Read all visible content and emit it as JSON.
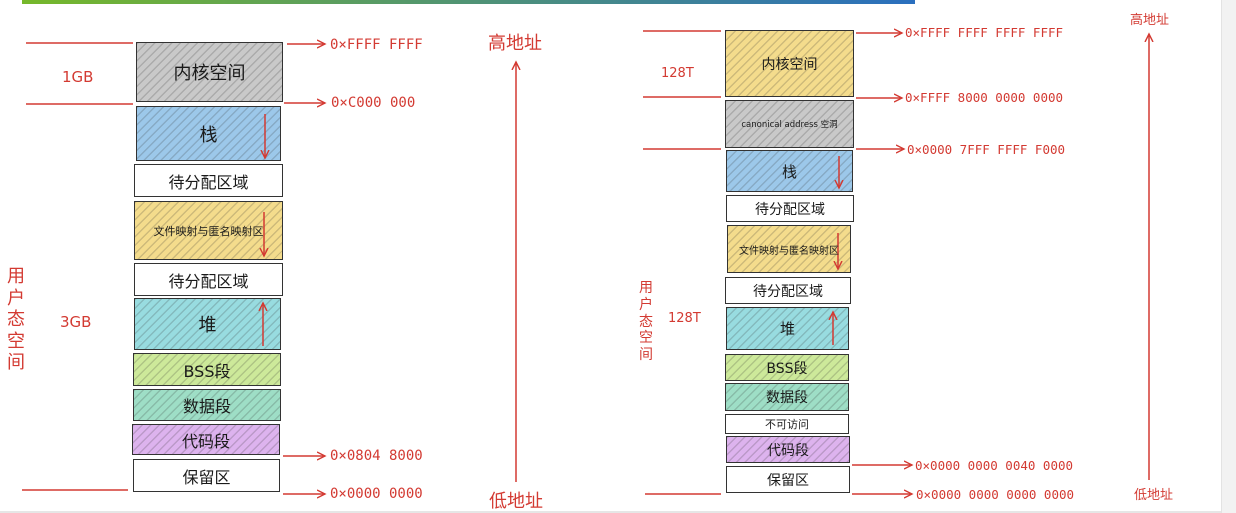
{
  "colors": {
    "gray": "#c9c9c9",
    "blue": "#9cc8ea",
    "yellow": "#f4dc8c",
    "cyan": "#98dce0",
    "green": "#cde99a",
    "teal": "#9edec6",
    "purple": "#ddb3ee",
    "white": "#ffffff",
    "accent_red": "#d33a32",
    "topbar_from": "#76b82a",
    "topbar_to": "#2a6fbf"
  },
  "left": {
    "blocks": [
      {
        "label": "内核空间",
        "fill": "gray"
      },
      {
        "label": "栈",
        "fill": "blue",
        "arrow": "down"
      },
      {
        "label": "待分配区域",
        "fill": "white"
      },
      {
        "label": "文件映射与匿名映射区",
        "fill": "yellow",
        "arrow": "down"
      },
      {
        "label": "待分配区域",
        "fill": "white"
      },
      {
        "label": "堆",
        "fill": "cyan",
        "arrow": "up"
      },
      {
        "label": "BSS段",
        "fill": "green"
      },
      {
        "label": "数据段",
        "fill": "teal"
      },
      {
        "label": "代码段",
        "fill": "purple"
      },
      {
        "label": "保留区",
        "fill": "white"
      }
    ],
    "addresses": [
      "0×FFFF FFFF",
      "0×C000 000",
      "0×0804 8000",
      "0×0000 0000"
    ],
    "size_kernel": "1GB",
    "size_user": "3GB",
    "user_space_label": [
      "用",
      "户",
      "态",
      "空",
      "间"
    ],
    "high_label": "高地址",
    "low_label": "低地址"
  },
  "right": {
    "blocks": [
      {
        "label": "内核空间",
        "fill": "yellow"
      },
      {
        "label": "canonical address 空洞",
        "fill": "gray"
      },
      {
        "label": "栈",
        "fill": "blue",
        "arrow": "down"
      },
      {
        "label": "待分配区域",
        "fill": "white"
      },
      {
        "label": "文件映射与匿名映射区",
        "fill": "yellow",
        "arrow": "down"
      },
      {
        "label": "待分配区域",
        "fill": "white"
      },
      {
        "label": "堆",
        "fill": "cyan",
        "arrow": "up"
      },
      {
        "label": "BSS段",
        "fill": "green"
      },
      {
        "label": "数据段",
        "fill": "teal"
      },
      {
        "label": "不可访问",
        "fill": "white"
      },
      {
        "label": "代码段",
        "fill": "purple"
      },
      {
        "label": "保留区",
        "fill": "white"
      }
    ],
    "addresses": [
      "0×FFFF FFFF FFFF FFFF",
      "0×FFFF 8000 0000 0000",
      "0×0000 7FFF FFFF F000",
      "0×0000 0000 0040 0000",
      "0×0000 0000 0000 0000"
    ],
    "size_kernel": "128T",
    "size_user": "128T",
    "user_space_label": [
      "用",
      "户",
      "态",
      "空",
      "间"
    ],
    "high_label": "高地址",
    "low_label": "低地址"
  }
}
